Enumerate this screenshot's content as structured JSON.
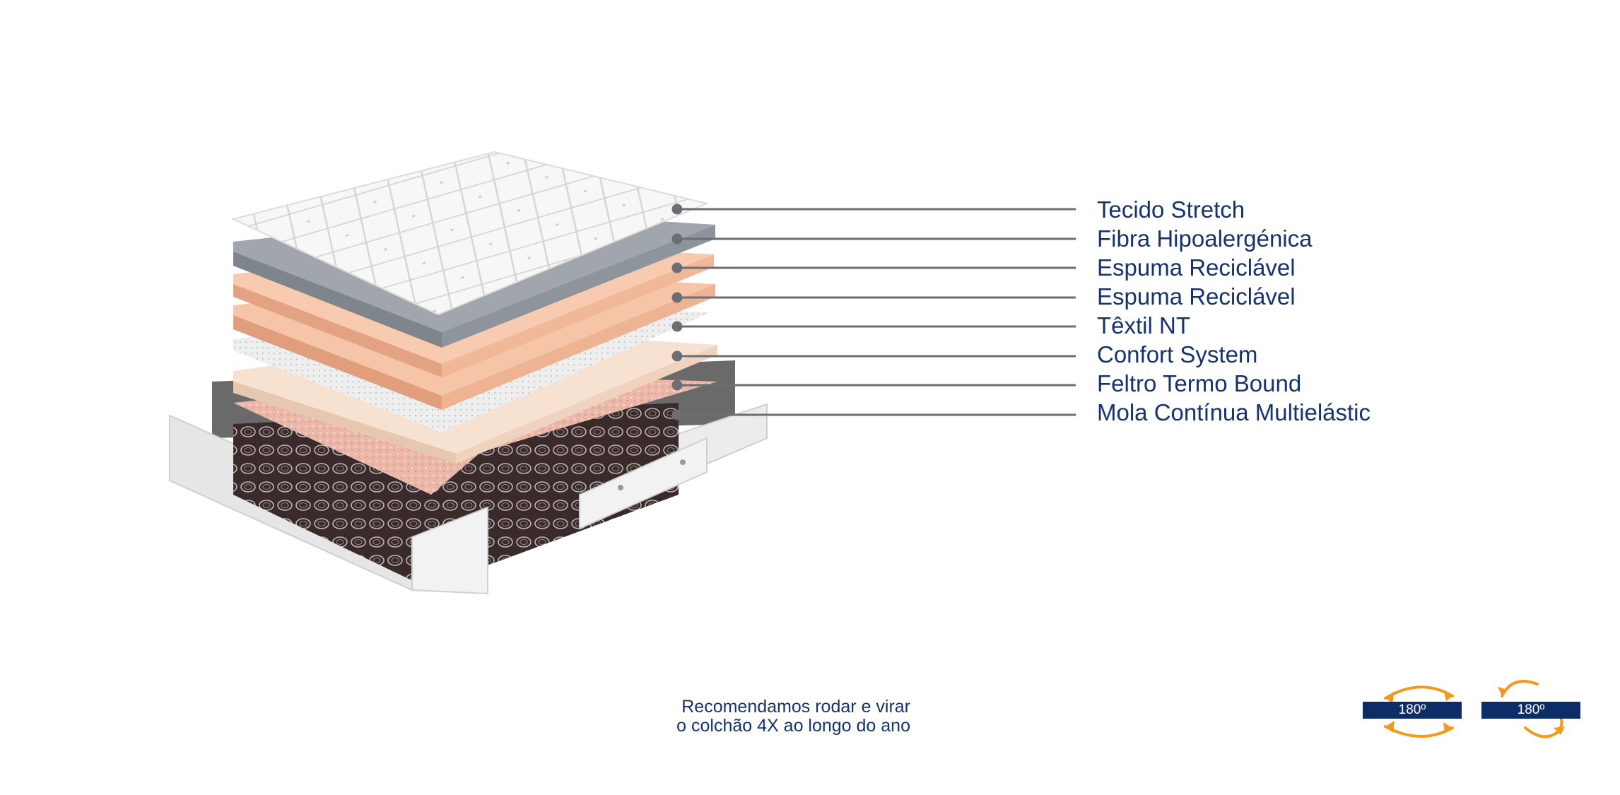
{
  "layers": [
    {
      "name": "Tecido Stretch"
    },
    {
      "name": "Fibra Hipoalergénica"
    },
    {
      "name": "Espuma Reciclável"
    },
    {
      "name": "Espuma Reciclável"
    },
    {
      "name": "Têxtil NT"
    },
    {
      "name": "Confort System"
    },
    {
      "name": "Feltro Termo Bound"
    },
    {
      "name": "Mola Contínua Multielástic"
    }
  ],
  "recommendation": {
    "line1": "Recomendamos rodar e virar",
    "line2": "o colchão 4X ao longo do ano"
  },
  "rotation_badges": [
    {
      "label": "180º"
    },
    {
      "label": "180º"
    }
  ],
  "colors": {
    "label_text": "#16336b",
    "leader_line": "#6b6e72",
    "badge_bg": "#0d2d66",
    "arrow_orange": "#f29a1e",
    "fabric": "#f2f2f2",
    "fibre_grey": "#9aa0a8",
    "foam_peach": "#f2b796",
    "felt_beige": "#f6dcc8",
    "thermo_pink": "#e9b3a4",
    "spring_dark": "#4a3535"
  }
}
